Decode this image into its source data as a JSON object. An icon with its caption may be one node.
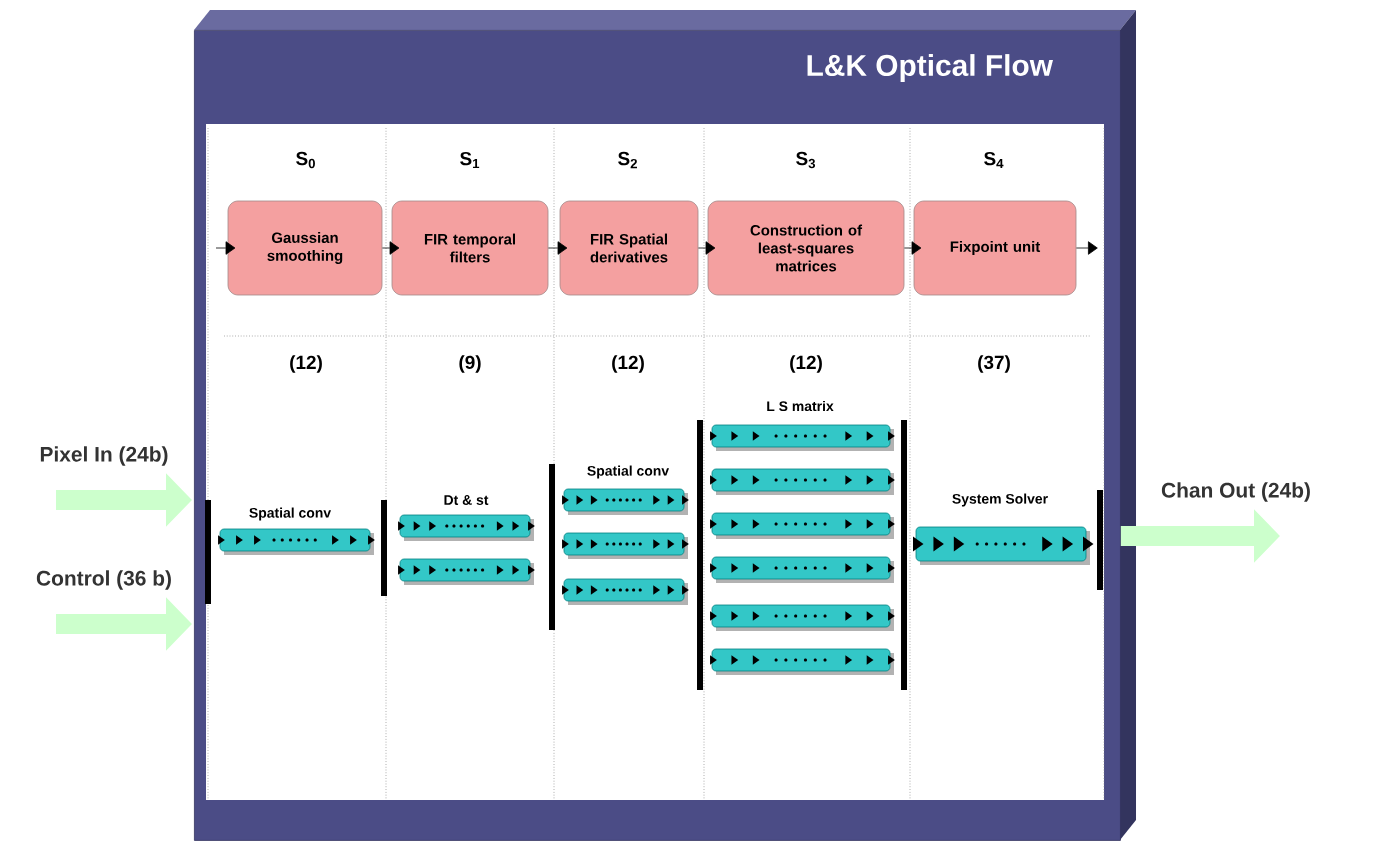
{
  "diagram": {
    "nodes": [
      {
        "text": [
          "L&K Optical Flow"
        ]
      },
      {
        "text": [
          "Gaussian smoothing"
        ],
        "in": 0
      },
      {
        "text": [
          "FIR temporal filters"
        ],
        "in": 0
      },
      {
        "text": [
          "FIR Spatial derivatives"
        ],
        "in": 0
      },
      {
        "text": [
          "Construction of least-squares matrices"
        ],
        "in": 0
      },
      {
        "text": [
          "Fixpoint unit"
        ],
        "in": 0
      }
    ],
    "edges": [
      {
        "from": null,
        "to": 0,
        "arrow": "to",
        "label": "Pixel In (24b)",
        "style": "thick",
        "color": "#ccffcc"
      },
      {
        "from": null,
        "to": 0,
        "arrow": "to",
        "label": "Control (36 b)",
        "style": "thick",
        "color": "#ccffcc"
      },
      {
        "from": 0,
        "to": null,
        "arrow": "to",
        "label": "Chan Out (24b)",
        "style": "thick",
        "color": "#ccffcc"
      },
      {
        "from": null,
        "to": 1,
        "arrow": "to"
      },
      {
        "from": 1,
        "to": 2,
        "arrow": "to"
      },
      {
        "from": 2,
        "to": 3,
        "arrow": "to"
      },
      {
        "from": 3,
        "to": 4,
        "arrow": "to"
      },
      {
        "from": 4,
        "to": 5,
        "arrow": "to"
      },
      {
        "from": 5,
        "to": null,
        "arrow": "to"
      }
    ],
    "labels": [
      "S$_{0}$",
      "S$_{1}$",
      "S$_{2}$",
      "S$_{3}$",
      "S$_{4}$",
      "(12)",
      "(9)",
      "(12)",
      "(12)",
      "(37)",
      "L S matrix",
      "Spatial conv",
      "Spatial conv",
      "Dt & st",
      "System Solver"
    ]
  }
}
